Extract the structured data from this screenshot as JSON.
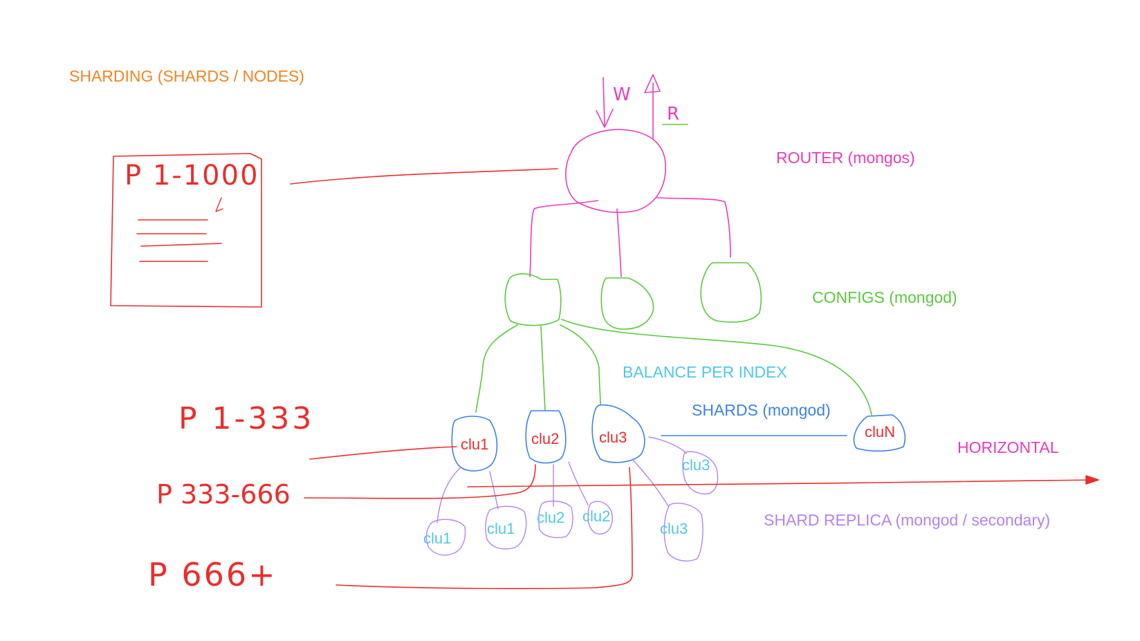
{
  "colors": {
    "orange": "#f5841f",
    "magenta": "#e83cbe",
    "green": "#5ac83c",
    "cyan": "#4fc8e6",
    "blue": "#3c82e6",
    "purple": "#b482f0",
    "red": "#eb2d2d",
    "handred": "#e8463c"
  },
  "labels": {
    "title": "SHARDING (SHARDS / NODES)",
    "router": "ROUTER (mongos)",
    "configs": "CONFIGS (mongod)",
    "balance": "BALANCE PER INDEX",
    "shards": "SHARDS (mongod)",
    "horizontal": "HORIZONTAL",
    "replica": "SHARD REPLICA (mongod / secondary)"
  },
  "handwriting": {
    "w": "W",
    "r": "R",
    "doc_range": "P 1-1000",
    "p1": "P 1-333",
    "p2": "P 333-666",
    "p3": "P 666+"
  },
  "shards": [
    "clu1",
    "clu2",
    "clu3",
    "cluN"
  ],
  "replicas": [
    "clu1",
    "clu1",
    "clu2",
    "clu2",
    "clu3",
    "clu3"
  ]
}
